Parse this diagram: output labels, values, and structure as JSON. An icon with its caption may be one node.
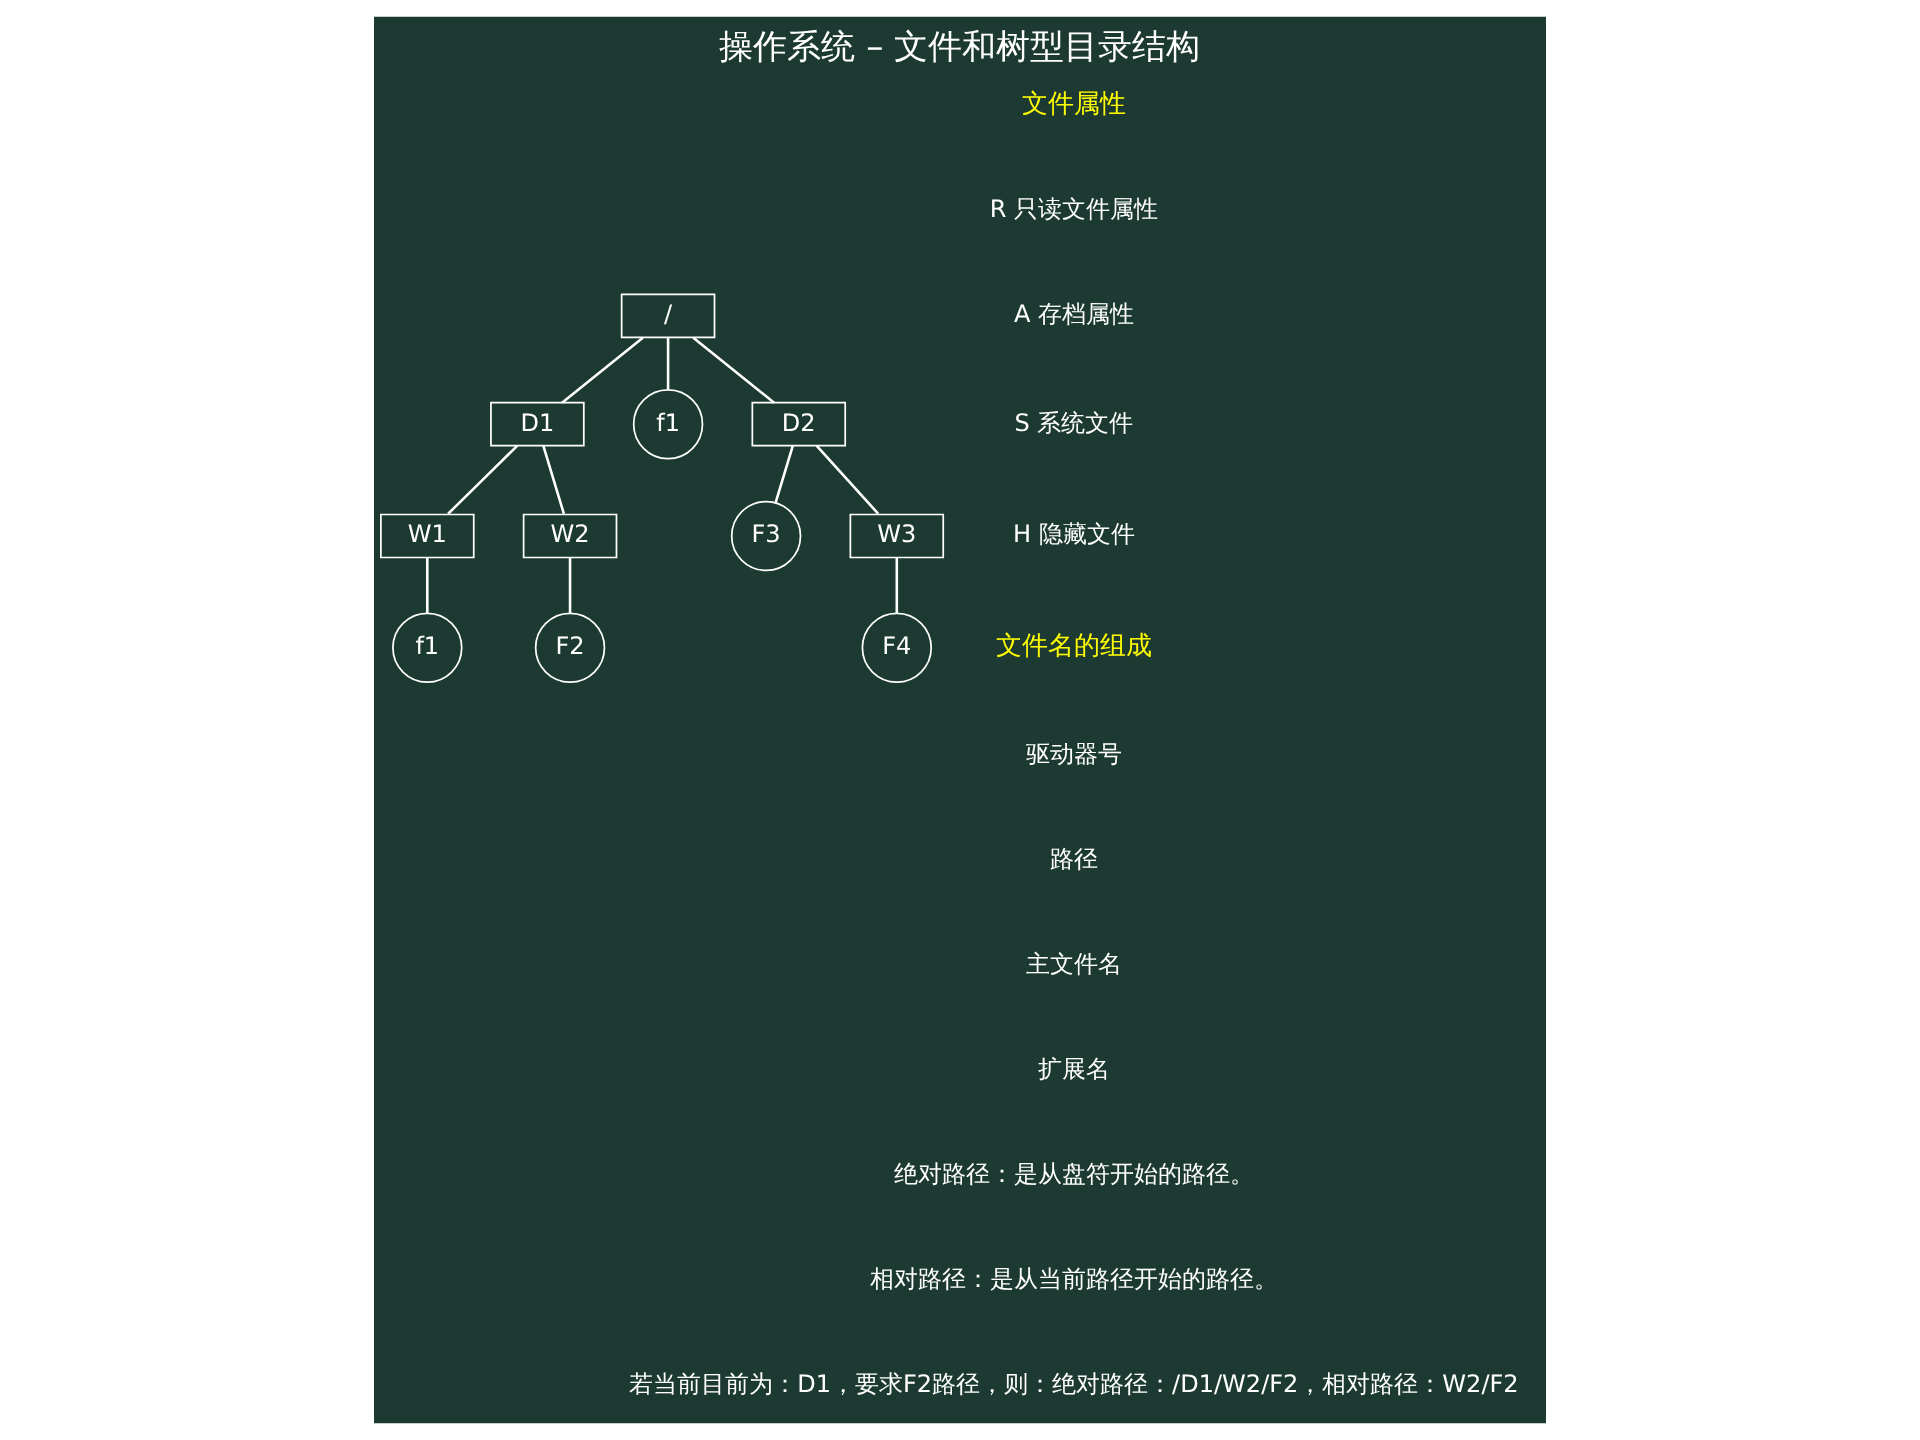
{
  "diagram": {
    "title": "操作系统 – 文件和树型目录结构",
    "nodes": [
      {
        "text": [
          "/"
        ]
      },
      {
        "text": [
          "D1"
        ]
      },
      {
        "text": [
          "f1"
        ]
      },
      {
        "text": [
          "D2"
        ]
      },
      {
        "text": [
          "W1"
        ]
      },
      {
        "text": [
          "W2"
        ]
      },
      {
        "text": [
          "F3"
        ]
      },
      {
        "text": [
          "W3"
        ]
      },
      {
        "text": [
          "f1"
        ]
      },
      {
        "text": [
          "F2"
        ]
      },
      {
        "text": [
          "F4"
        ]
      }
    ],
    "edges": [
      {
        "from": 0,
        "to": 1,
        "arrow": "none"
      },
      {
        "from": 0,
        "to": 2,
        "arrow": "none"
      },
      {
        "from": 0,
        "to": 3,
        "arrow": "none"
      },
      {
        "from": 1,
        "to": 4,
        "arrow": "none"
      },
      {
        "from": 1,
        "to": 5,
        "arrow": "none"
      },
      {
        "from": 3,
        "to": 6,
        "arrow": "none"
      },
      {
        "from": 3,
        "to": 7,
        "arrow": "none"
      },
      {
        "from": 4,
        "to": 8,
        "arrow": "none"
      },
      {
        "from": 5,
        "to": 9,
        "arrow": "none"
      },
      {
        "from": 7,
        "to": 10,
        "arrow": "none"
      }
    ],
    "labels": [
      "文件属性",
      "R 只读文件属性",
      "A 存档属性",
      "S 系统文件",
      "H 隐藏文件",
      "文件名的组成",
      "驱动器号",
      "路径",
      "主文件名",
      "扩展名",
      "绝对路径：是从盘符开始的路径。",
      "相对路径：是从当前路径开始的路径。",
      "若当前目前为：D1，要求F2路径，则：绝对路径：/D1/W2/F2，相对路径：W2/F2"
    ]
  }
}
